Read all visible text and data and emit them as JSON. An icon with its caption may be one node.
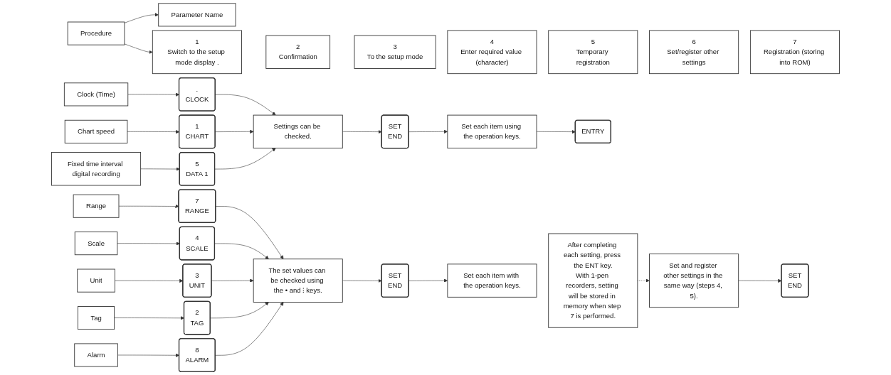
{
  "diagram": {
    "nodes": [
      {
        "text": [
          "Procedure"
        ]
      },
      {
        "text": [
          "Parameter Name"
        ]
      },
      {
        "text": [
          "1",
          "Switch to the setup mode display ."
        ]
      },
      {
        "text": [
          "2",
          "Confirmation"
        ]
      },
      {
        "text": [
          "3",
          "To the setup mode"
        ]
      },
      {
        "text": [
          "4",
          "Enter required value (character)"
        ]
      },
      {
        "text": [
          "5",
          "Temporary registration"
        ]
      },
      {
        "text": [
          "6",
          "Set/register other settings"
        ]
      },
      {
        "text": [
          "7",
          "Registration (storing into ROM)"
        ]
      },
      {
        "text": [
          "Clock (Time)"
        ]
      },
      {
        "text": [
          "Chart speed"
        ]
      },
      {
        "text": [
          "Fixed time interval digital recording"
        ]
      },
      {
        "text": [
          ".",
          "CLOCK"
        ]
      },
      {
        "text": [
          "1",
          "CHART"
        ]
      },
      {
        "text": [
          "5",
          "DATA 1"
        ]
      },
      {
        "text": [
          "Settings can be checked."
        ]
      },
      {
        "text": [
          "SET",
          "END"
        ]
      },
      {
        "text": [
          "Set each item using the operation keys."
        ]
      },
      {
        "text": [
          "ENTRY"
        ]
      },
      {
        "text": [
          "Range"
        ]
      },
      {
        "text": [
          "Scale"
        ]
      },
      {
        "text": [
          "Unit"
        ]
      },
      {
        "text": [
          "Tag"
        ]
      },
      {
        "text": [
          "Alarm"
        ]
      },
      {
        "text": [
          "7",
          "RANGE"
        ]
      },
      {
        "text": [
          "4",
          "SCALE"
        ]
      },
      {
        "text": [
          "3",
          "UNIT"
        ]
      },
      {
        "text": [
          "2",
          "TAG"
        ]
      },
      {
        "text": [
          "8",
          "ALARM"
        ]
      },
      {
        "text": [
          "The set values can be checked using the • and ⁝ keys."
        ]
      },
      {
        "text": [
          "SET",
          "END"
        ]
      },
      {
        "text": [
          "Set each item with the operation keys."
        ]
      },
      {
        "text": [
          "After completing each setting, press the ENT key.",
          "With 1-pen recorders, setting will be stored in memory when step 7 is performed."
        ]
      },
      {
        "text": [
          "Set and register other settings in the same way (steps 4, 5)."
        ]
      },
      {
        "text": [
          "SET",
          "END"
        ]
      }
    ],
    "edges": [
      {
        "from": 0,
        "to": 2,
        "arrow": "to"
      },
      {
        "from": 0,
        "to": 1,
        "arrow": "to"
      },
      {
        "from": 9,
        "to": 12,
        "arrow": "to"
      },
      {
        "from": 10,
        "to": 13,
        "arrow": "to"
      },
      {
        "from": 11,
        "to": 14,
        "arrow": "to"
      },
      {
        "from": 12,
        "to": 15,
        "arrow": "to"
      },
      {
        "from": 13,
        "to": 15,
        "arrow": "to"
      },
      {
        "from": 14,
        "to": 15,
        "arrow": "to"
      },
      {
        "from": 15,
        "to": 16,
        "arrow": "to"
      },
      {
        "from": 16,
        "to": 17,
        "arrow": "to"
      },
      {
        "from": 17,
        "to": 18,
        "arrow": "to"
      },
      {
        "from": 19,
        "to": 24,
        "arrow": "to"
      },
      {
        "from": 20,
        "to": 25,
        "arrow": "to"
      },
      {
        "from": 21,
        "to": 26,
        "arrow": "to"
      },
      {
        "from": 22,
        "to": 27,
        "arrow": "to"
      },
      {
        "from": 23,
        "to": 28,
        "arrow": "to"
      },
      {
        "from": 24,
        "to": 29,
        "arrow": "to"
      },
      {
        "from": 25,
        "to": 29,
        "arrow": "to"
      },
      {
        "from": 26,
        "to": 29,
        "arrow": "to"
      },
      {
        "from": 27,
        "to": 29,
        "arrow": "to"
      },
      {
        "from": 28,
        "to": 29,
        "arrow": "to"
      },
      {
        "from": 29,
        "to": 30,
        "arrow": "to"
      },
      {
        "from": 30,
        "to": 31,
        "arrow": "to"
      },
      {
        "from": 32,
        "to": 33,
        "arrow": "to",
        "style": "dashed"
      },
      {
        "from": 33,
        "to": 34,
        "arrow": "to"
      }
    ]
  }
}
